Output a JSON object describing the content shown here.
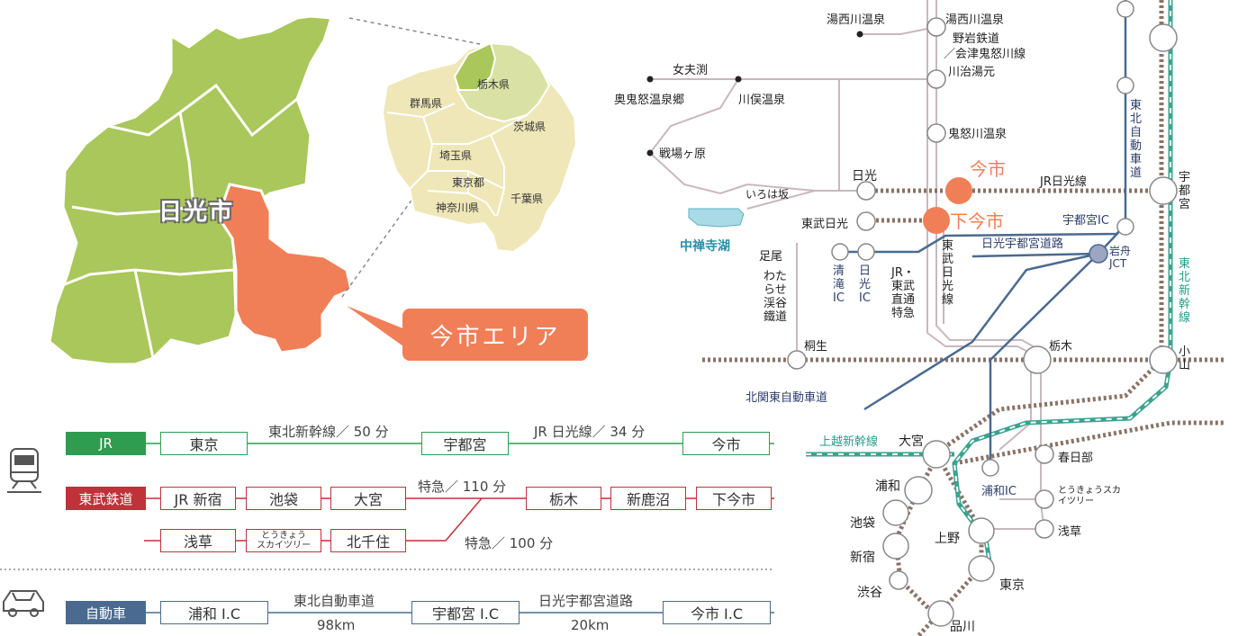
{
  "left_map": {
    "city_label": "日光市",
    "area_callout": "今市エリア",
    "prefectures": [
      "群馬県",
      "栃木県",
      "茨城県",
      "埼玉県",
      "東京都",
      "千葉県",
      "神奈川県"
    ]
  },
  "route_map": {
    "stations": {
      "yunishigawa_onsen_left": "湯西川温泉",
      "yunishigawa_onsen": "湯西川温泉",
      "noiwa_line": "野岩鉄道",
      "aizu_line": "／会津鬼怒川線",
      "kawaji_yumoto": "川治湯元",
      "meotobuchi": "女夫渕",
      "okukinu": "奥鬼怒温泉郷",
      "kawamata": "川俣温泉",
      "senjogahara": "戦場ヶ原",
      "kinugawa": "鬼怒川温泉",
      "nikko": "日光",
      "imaichi": "今市",
      "jr_nikko_line": "JR日光線",
      "utsunomiya": "宇都宮",
      "irohazaka": "いろは坂",
      "tobu_nikko": "東武日光",
      "shimoimaichi": "下今市",
      "utsunomiya_ic": "宇都宮IC",
      "chuzenji": "中禅寺湖",
      "ashio": "足尾",
      "kiyotaki_ic": "清滝IC",
      "nikko_ic": "日光IC",
      "nikko_utsunomiya_road": "日光宇都宮道路",
      "iwafune_jct": "岩舟JCT",
      "watarase": "わたらせ渓谷鐵道",
      "jr_tobu_direct": "JR・東武直通特急",
      "tobu_nikko_line": "東武日光線",
      "tohoku_expressway": "東北自動車道",
      "tohoku_shinkansen": "東北新幹線",
      "kiryu": "桐生",
      "tochigi": "栃木",
      "oyama": "小山",
      "kitakanto_expressway": "北関東自動車道",
      "joetsu_shinkansen": "上越新幹線",
      "omiya": "大宮",
      "kasukabe": "春日部",
      "urawa": "浦和",
      "urawa_ic": "浦和IC",
      "skytree": "とうきょうスカイツリー",
      "ikebukuro": "池袋",
      "ueno": "上野",
      "asakusa": "浅草",
      "shinjuku": "新宿",
      "tokyo": "東京",
      "shibuya": "渋谷",
      "shinagawa": "品川"
    }
  },
  "access": {
    "jr": {
      "label": "JR",
      "stops": [
        "東京",
        "宇都宮",
        "今市"
      ],
      "segments": [
        "東北新幹線／ 50 分",
        "JR 日光線／ 34 分"
      ]
    },
    "tobu": {
      "label": "東武鉄道",
      "stops_top": [
        "JR 新宿",
        "池袋",
        "大宮",
        "栃木",
        "新鹿沼",
        "下今市"
      ],
      "stops_bottom": [
        "浅草",
        "とうきょうスカイツリー",
        "北千住"
      ],
      "skytree_line1": "とうきょう",
      "skytree_line2": "スカイツリー",
      "note_top": "特急／ 110 分",
      "note_bottom": "特急／ 100 分"
    },
    "car": {
      "label": "自動車",
      "stops": [
        "浦和 I.C",
        "宇都宮 I.C",
        "今市 I.C"
      ],
      "road1": "東北自動車道",
      "dist1": "98km",
      "road2": "日光宇都宮道路",
      "dist2": "20km"
    }
  },
  "colors": {
    "jr": "#2e9d4f",
    "tobu": "#c0313a",
    "car": "#4a6a8f",
    "highlight": "#f07f58",
    "nikko_green": "#a9c75a"
  }
}
